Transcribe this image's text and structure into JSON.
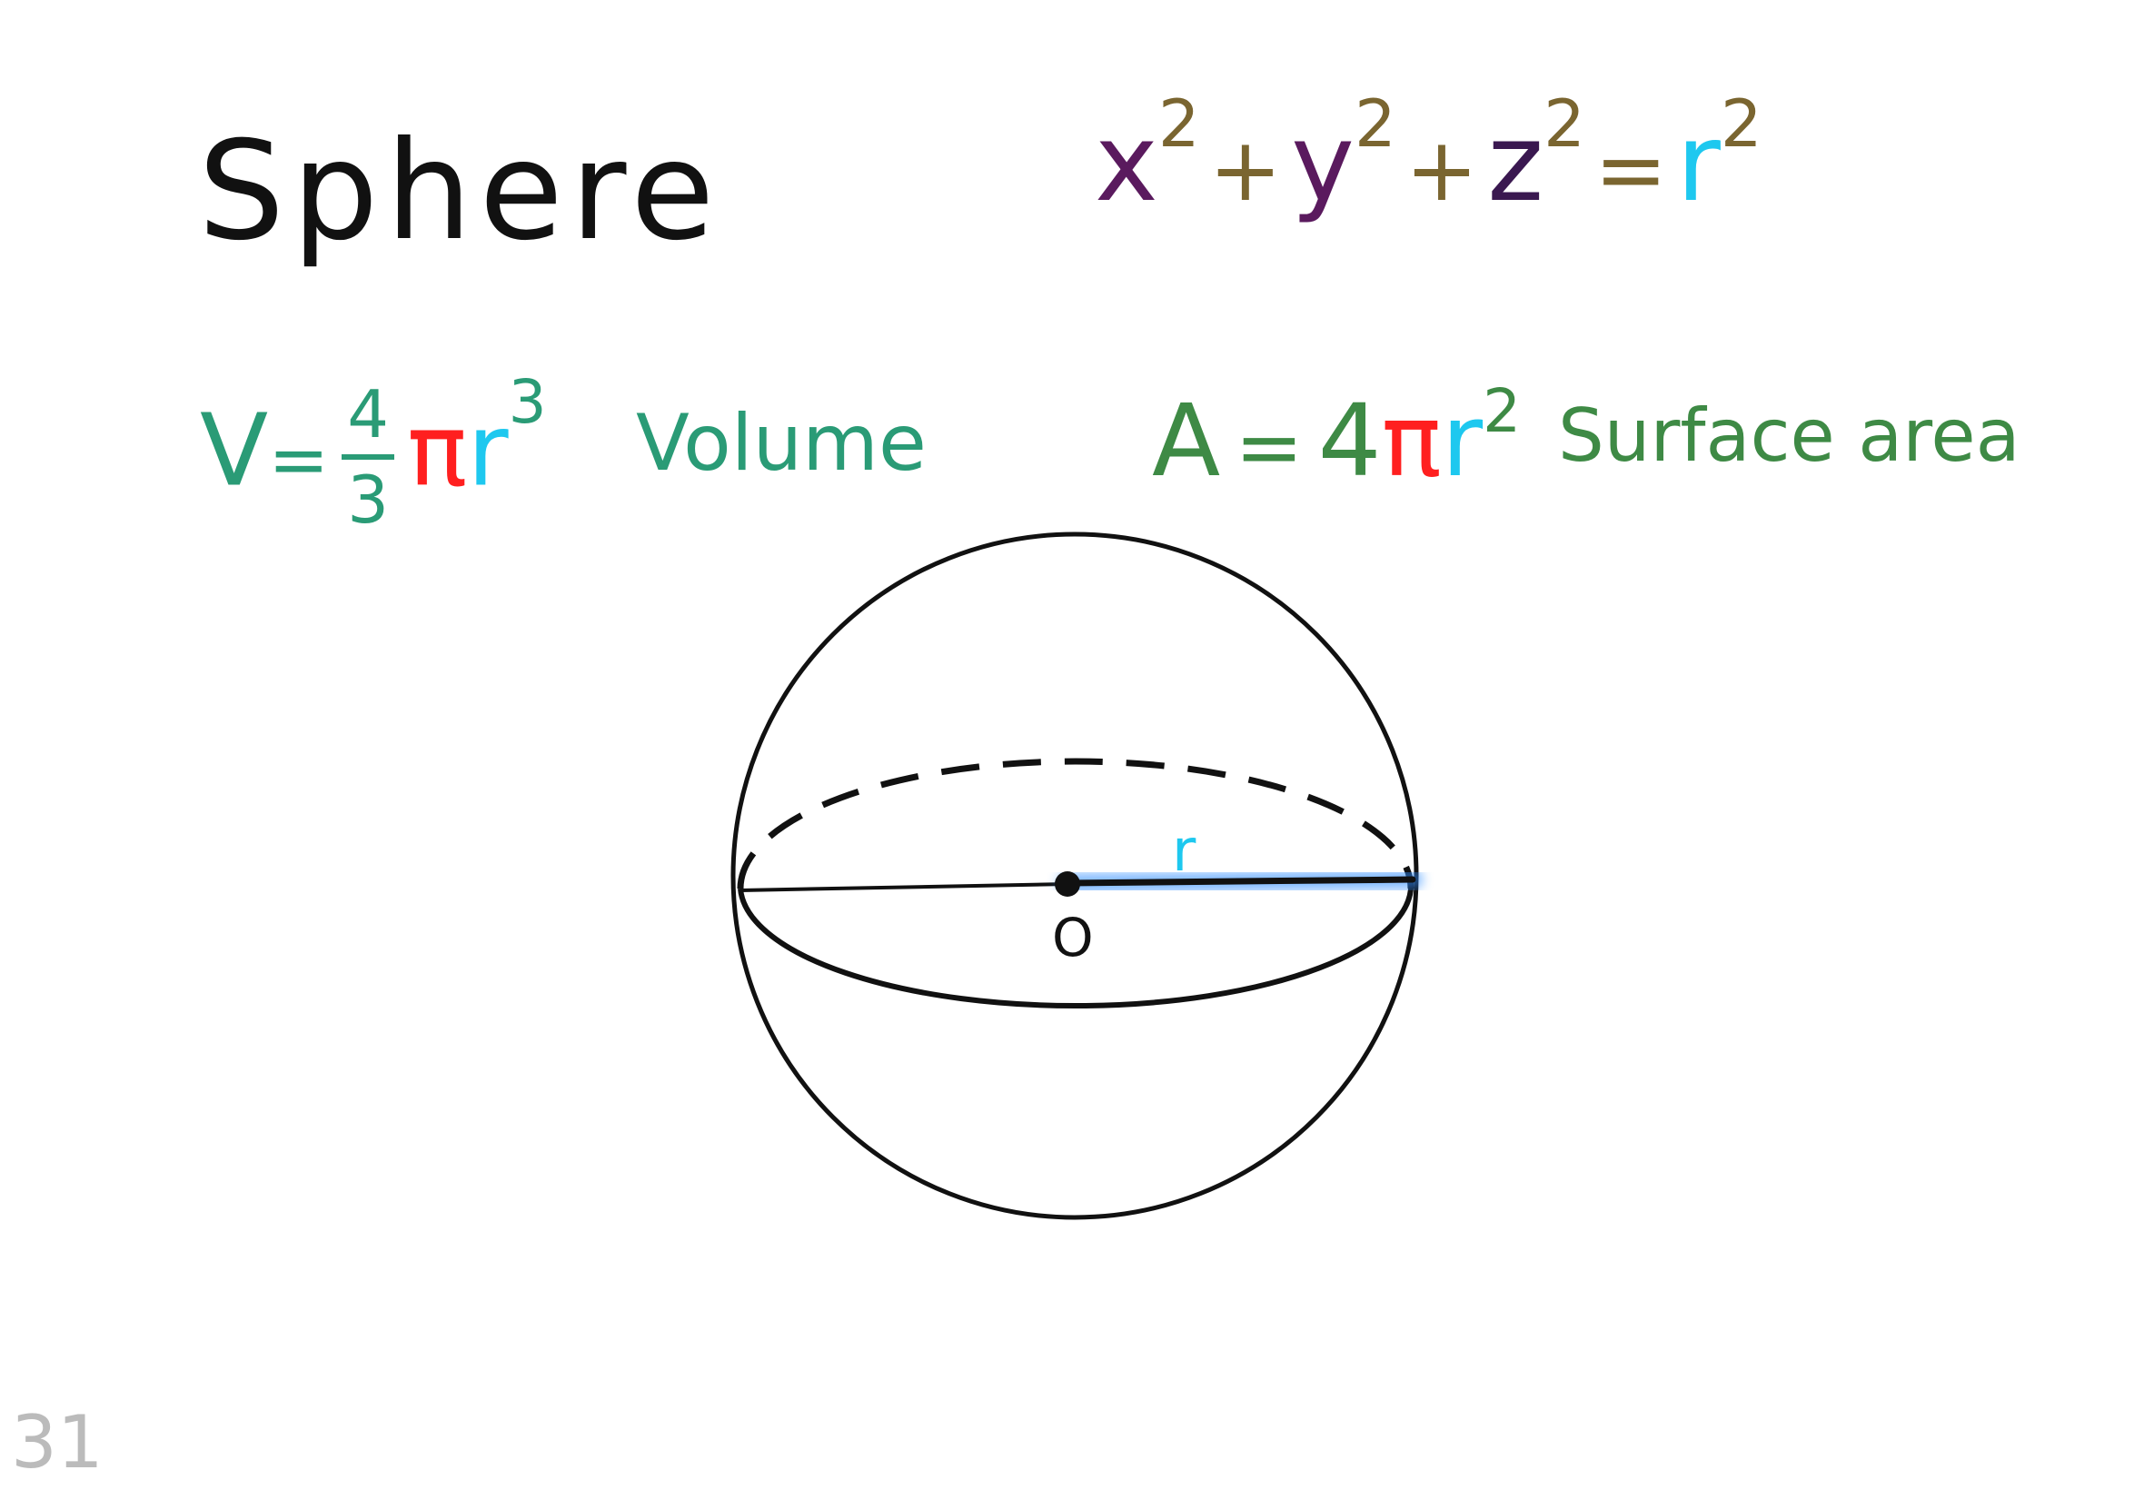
{
  "title": "Sphere",
  "equation": {
    "x": "x",
    "x_exp": "2",
    "plus1": "+",
    "y": "y",
    "y_exp": "2",
    "plus2": "+",
    "z": "z",
    "z_exp": "2",
    "equals": "=",
    "r": "r",
    "r_exp": "2"
  },
  "volume": {
    "lhs": "V",
    "equals": "=",
    "frac_num": "4",
    "frac_den": "3",
    "pi": "π",
    "r": "r",
    "r_exp": "3",
    "label": "Volume"
  },
  "area": {
    "lhs": "A",
    "equals": "=",
    "coef": "4",
    "pi": "π",
    "r": "r",
    "r_exp": "2",
    "label": "Surface area"
  },
  "diagram": {
    "radius_label": "r",
    "center_label": "O"
  },
  "page_number": "31",
  "colors": {
    "black": "#111111",
    "purple": "#5a1a5e",
    "dark_purple": "#3a1850",
    "olive": "#7a6530",
    "cyan": "#1ec8ef",
    "green": "#2a9b76",
    "dark_green": "#3e8a45",
    "red": "#ff1f1f",
    "radius_glow": "#2e8cff"
  }
}
